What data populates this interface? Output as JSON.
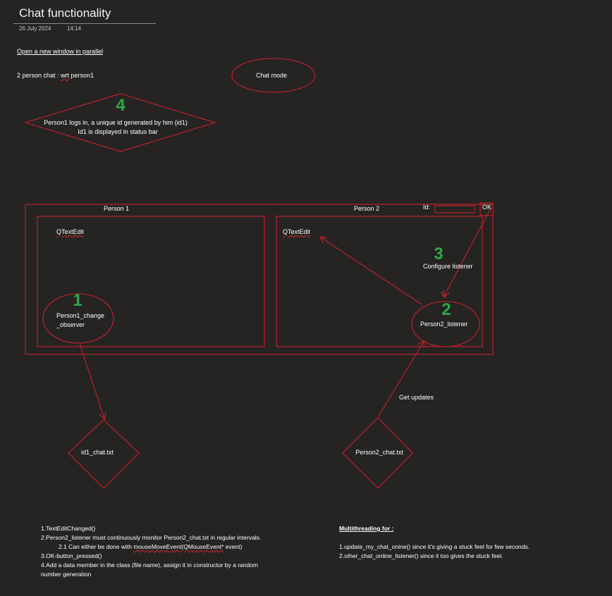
{
  "page": {
    "title": "Chat functionality",
    "date": "26 July 2024",
    "time": "14:14"
  },
  "intro": {
    "line1": "Open a new window in parallel",
    "line2_prefix": "2 person chat : ",
    "line2_wrt": "wrt",
    "line2_suffix": " person1"
  },
  "chat_mode": {
    "label": "Chat mode"
  },
  "step4": {
    "number": "4",
    "line1": "Person1 logs in, a unique id generated by him (id1)",
    "line2": "Id1 is displayed in status bar"
  },
  "window": {
    "person1_label": "Person 1",
    "person2_label": "Person 2",
    "id_label": "Id:",
    "ok_label": "OK",
    "qtextedit_left": "QTextEdit",
    "qtextedit_right": "QTextEdit"
  },
  "step1": {
    "number": "1",
    "line1": "Person1_change",
    "line2": "_observer"
  },
  "step2": {
    "number": "2",
    "label": "Person2_listener"
  },
  "step3": {
    "number": "3",
    "label": "Configure listener"
  },
  "get_updates": "Get updates",
  "files": {
    "left": "id1_chat.txt",
    "right": "Person2_chat.txt"
  },
  "notes_left": {
    "item1": "1.TextEditChanged()",
    "item2": "2.Person2_listener must continuously monitor Person2_chat.txt in regular intervals.",
    "item2_1_prefix": "2.1 Can either be done with ",
    "item2_1_code": "mouseMoveEvent(QMouseEvent*",
    "item2_1_suffix": " event)",
    "item3": "3.OK-button_pressed()",
    "item4_line1": "4.Add a data member in the class (file name), assign it in constructor by a random",
    "item4_line2": "number generation"
  },
  "notes_right": {
    "heading": "Multithreading for :",
    "item1": "1.update_my_chat_onine() since it's giving a stuck feel for few seconds.",
    "item2": "2.other_chat_online_listener() since it too gives the stuck feel."
  },
  "colors": {
    "background": "#252423",
    "ink_red": "#c8202a",
    "ink_green": "#2aa84a",
    "text": "#ffffff"
  }
}
